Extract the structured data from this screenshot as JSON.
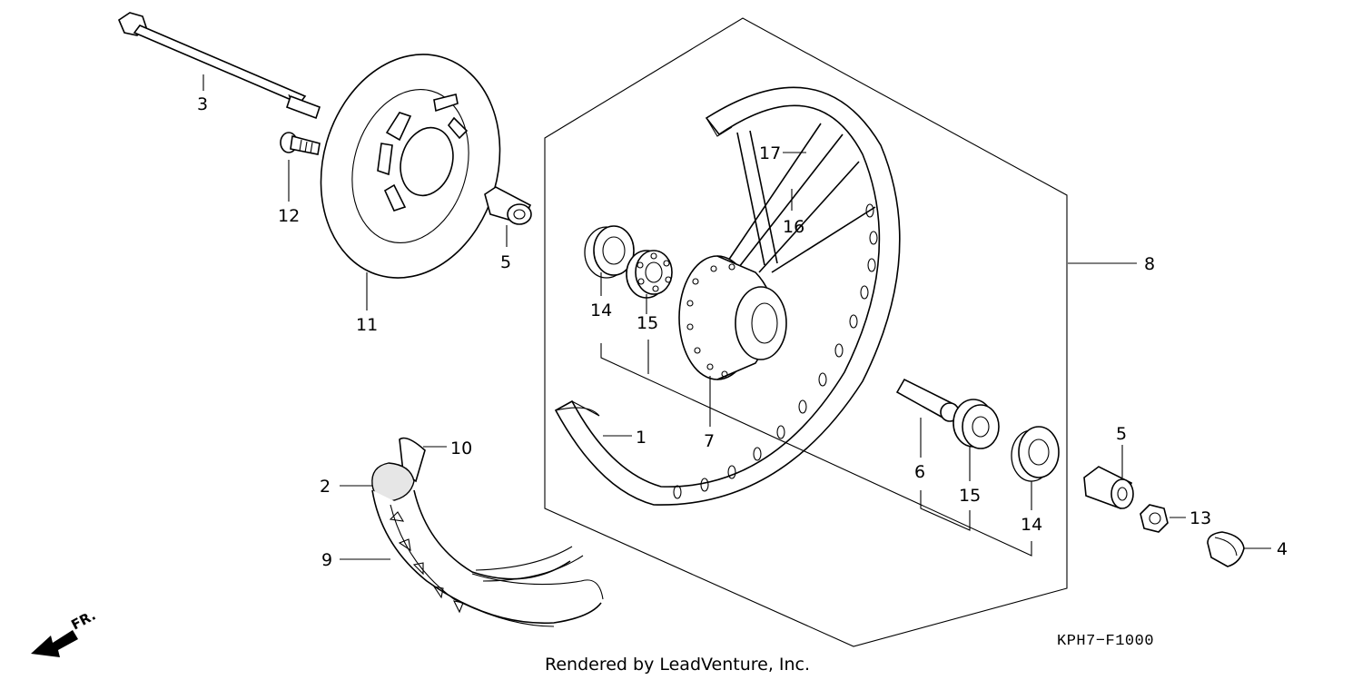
{
  "diagram": {
    "callouts": {
      "axle": "3",
      "disc_bolt": "12",
      "brake_disc": "11",
      "side_collar_left": "5",
      "bearing_left": "14",
      "bearing_left_inner": "15",
      "spoke_a": "17",
      "spoke_b": "16",
      "wheel_assembly": "8",
      "hub": "7",
      "rim": "1",
      "rim_band": "10",
      "tube": "2",
      "tire": "9",
      "distance_collar": "6",
      "bearing_right_inner": "15",
      "bearing_right": "14",
      "side_collar_right": "5",
      "axle_nut": "13",
      "cap_nut": "4"
    },
    "diagram_code": "KPH7−F1000",
    "credit": "Rendered by LeadVenture, Inc.",
    "direction_label": "FR."
  }
}
